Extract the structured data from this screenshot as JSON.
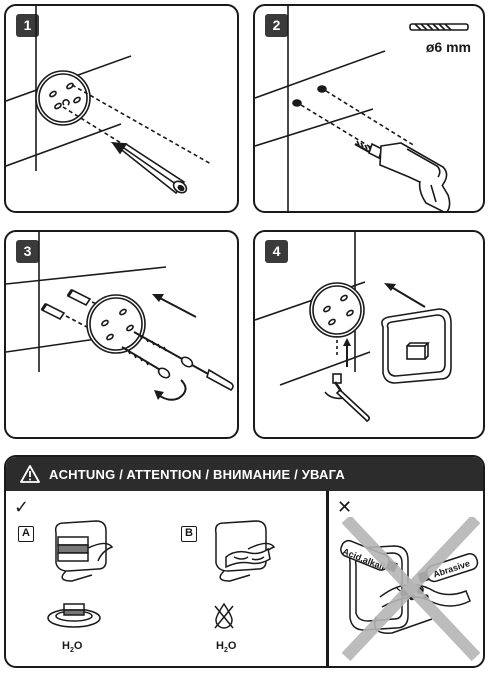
{
  "steps": [
    {
      "number": "1"
    },
    {
      "number": "2",
      "drill_size": "ø6 mm"
    },
    {
      "number": "3"
    },
    {
      "number": "4"
    }
  ],
  "warning": {
    "icon": "warning-triangle-icon",
    "title": "ACHTUNG / ATTENTION / ВНИМАНИЕ / УВАГА",
    "ok_mark": "✓",
    "not_ok_mark": "✕",
    "case_a": {
      "label": "A",
      "h2o": "H",
      "h2o_sub": "2",
      "h2o_end": "O"
    },
    "case_b": {
      "label": "B",
      "h2o": "H",
      "h2o_sub": "2",
      "h2o_end": "O"
    },
    "forbidden": {
      "bottle_1": "Acid,alkali",
      "bottle_2": "Abrasive"
    }
  },
  "colors": {
    "ink": "#1a1a1a",
    "header_bg": "#2c2c2c",
    "cross": "#b5b5b5",
    "paper": "#ffffff"
  }
}
